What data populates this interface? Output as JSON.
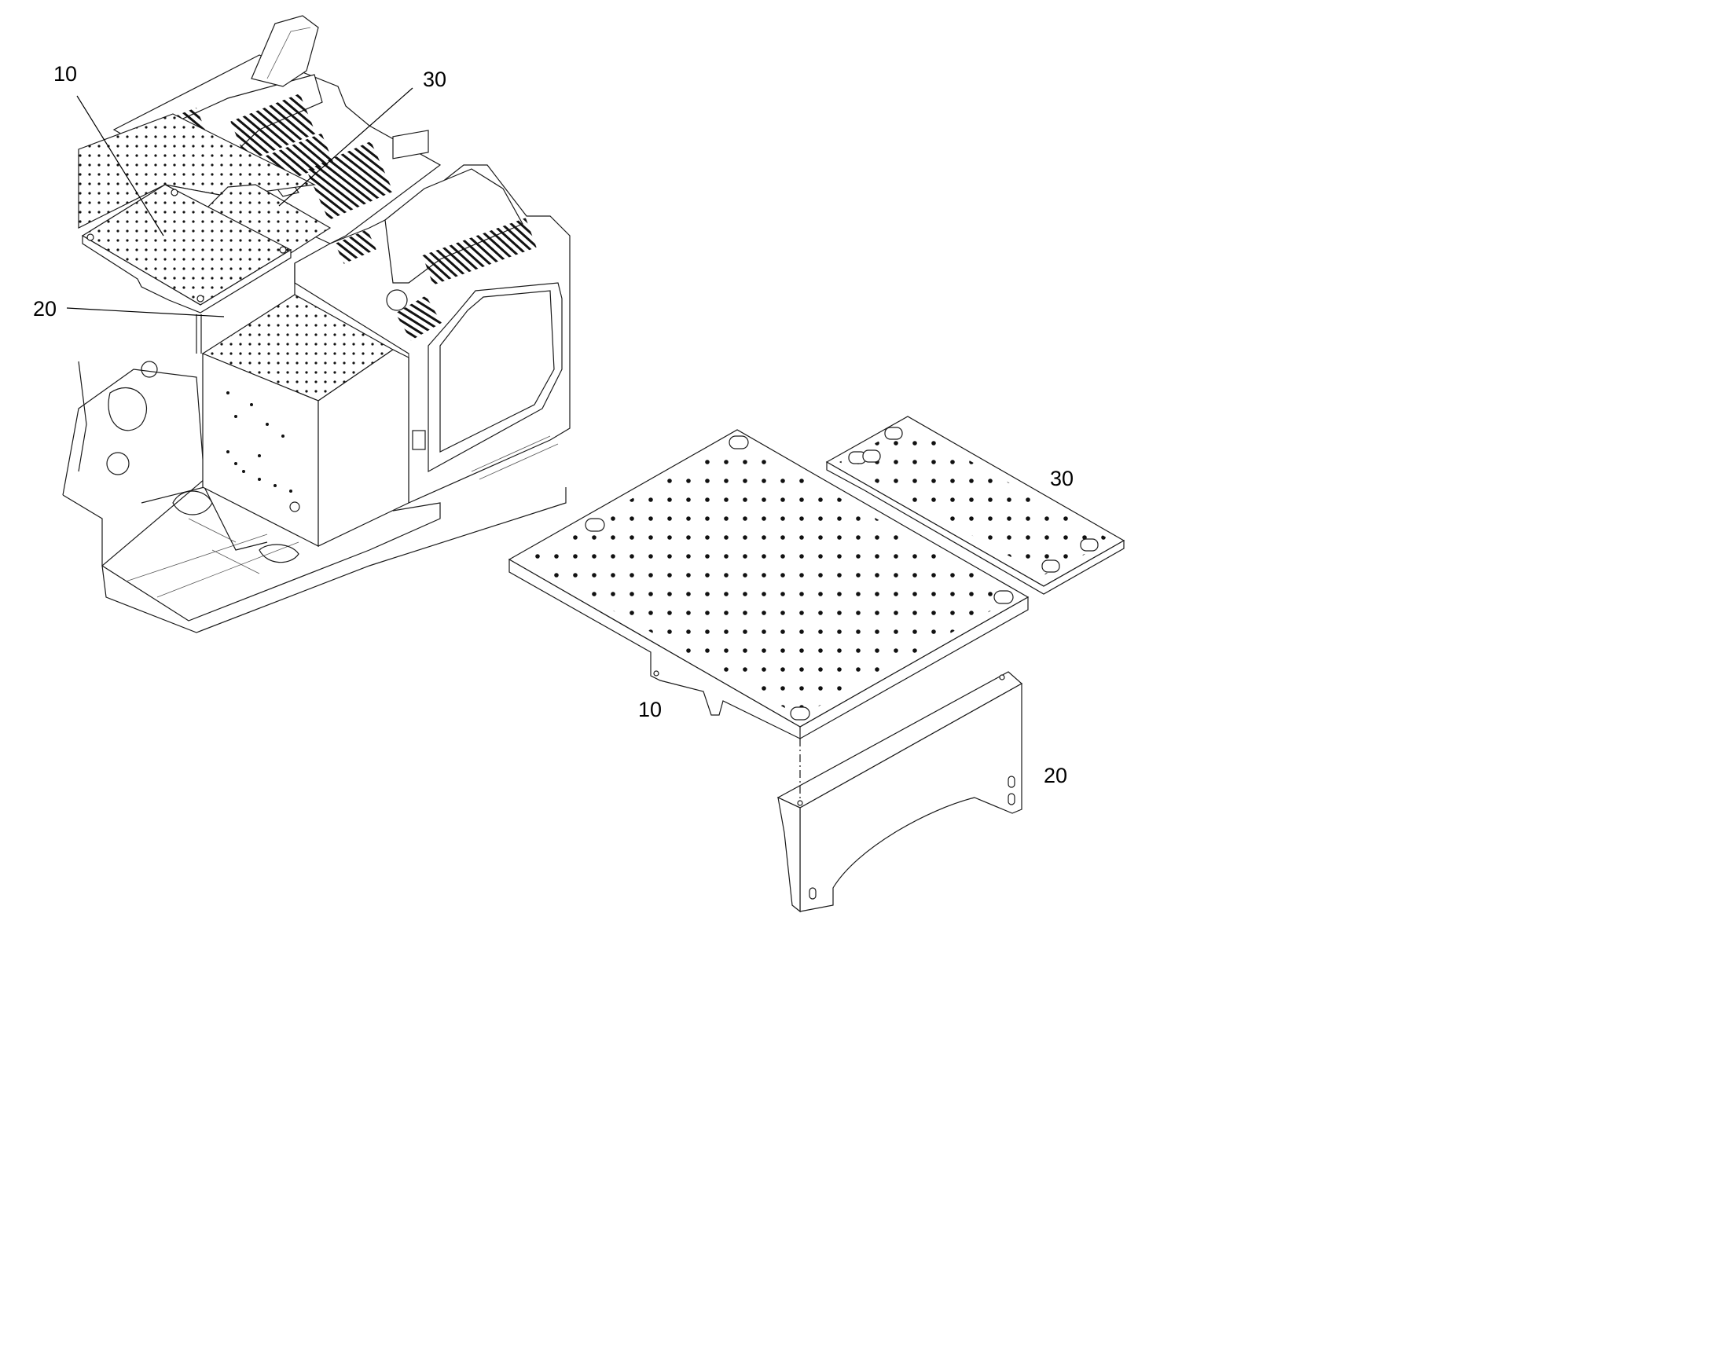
{
  "callouts": {
    "assembly": {
      "part_10": "10",
      "part_20": "20",
      "part_30": "30"
    },
    "exploded": {
      "part_10": "10",
      "part_20": "20",
      "part_30": "30"
    }
  }
}
